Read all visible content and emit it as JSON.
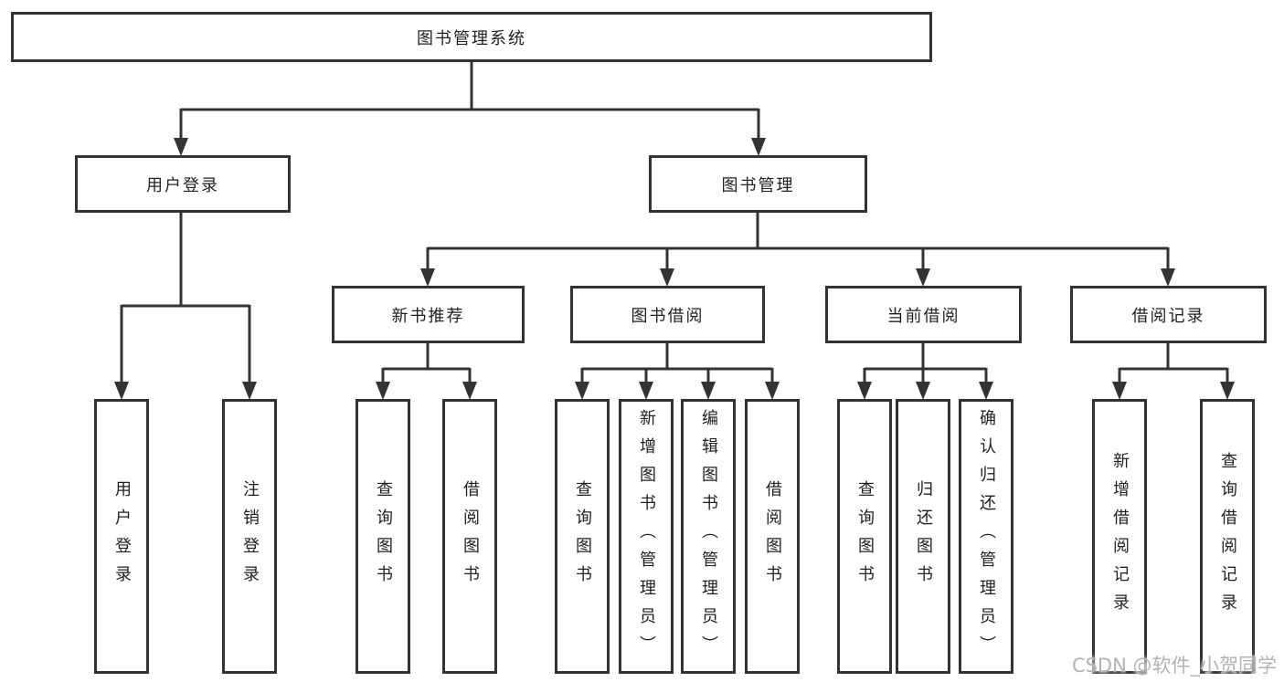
{
  "diagram": {
    "title": "图书管理系统",
    "root": {
      "label": "图书管理系统"
    },
    "branches": [
      {
        "label": "用户登录",
        "children": [
          {
            "label": "用户登录"
          },
          {
            "label": "注销登录"
          }
        ]
      },
      {
        "label": "图书管理",
        "children": [
          {
            "label": "新书推荐",
            "children": [
              {
                "label": "查询图书"
              },
              {
                "label": "借阅图书"
              }
            ]
          },
          {
            "label": "图书借阅",
            "children": [
              {
                "label": "查询图书"
              },
              {
                "label": "新增图书（管理员）"
              },
              {
                "label": "编辑图书（管理员）"
              },
              {
                "label": "借阅图书"
              }
            ]
          },
          {
            "label": "当前借阅",
            "children": [
              {
                "label": "查询图书"
              },
              {
                "label": "归还图书"
              },
              {
                "label": "确认归还（管理员）"
              }
            ]
          },
          {
            "label": "借阅记录",
            "children": [
              {
                "label": "新增借阅记录"
              },
              {
                "label": "查询借阅记录"
              }
            ]
          }
        ]
      }
    ]
  },
  "colors": {
    "line": "#333333",
    "box_background": "#ffffff",
    "text": "#1f1f1f",
    "watermark": "#b3b3b3"
  },
  "watermark": {
    "text": "CSDN @软件_小贺同学"
  }
}
